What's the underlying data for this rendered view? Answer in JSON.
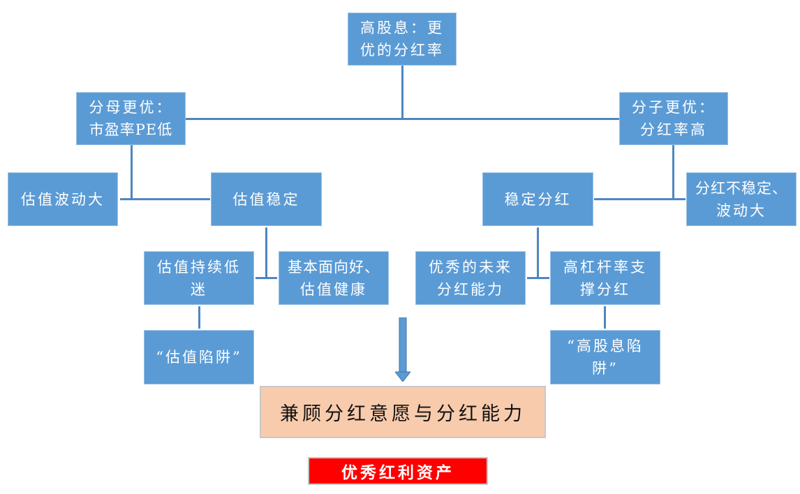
{
  "nodes": {
    "root": [
      "高股息：更",
      "优的分红率"
    ],
    "denominator": [
      "分母更优：",
      "市盈率PE低"
    ],
    "numerator": [
      "分子更优：",
      "分红率高"
    ],
    "valuation_volatile": [
      "估值波动大"
    ],
    "valuation_stable": [
      "估值稳定"
    ],
    "stable_dividend": [
      "稳定分红"
    ],
    "dividend_unstable": [
      "分红不稳定、",
      "波动大"
    ],
    "valuation_low": [
      "估值持续低",
      "迷"
    ],
    "fundamentals_good": [
      "基本面向好、",
      "估值健康"
    ],
    "future_dividend": [
      "优秀的未来",
      "分红能力"
    ],
    "high_leverage": [
      "高杠杆率支",
      "撑分红"
    ],
    "valuation_trap": [
      "“估值陷阱”"
    ],
    "dividend_trap": [
      "“高股息陷",
      "阱”"
    ]
  },
  "conclusion": "兼顾分红意愿与分红能力",
  "result": "优秀红利资产",
  "colors": {
    "box": "#5b9bd5",
    "line": "#4f86c1",
    "conclusion": "#f8cbad",
    "result": "#ff0000"
  }
}
